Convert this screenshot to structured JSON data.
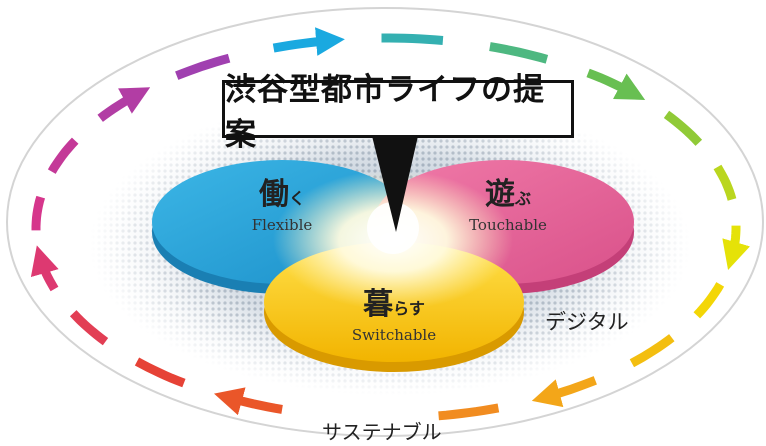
{
  "title": "渋谷型都市ライフの提案",
  "circles": [
    {
      "kanji": "働",
      "kana": "く",
      "english": "Flexible",
      "color": "#2fa8dc"
    },
    {
      "kanji": "遊",
      "kana": "ぶ",
      "english": "Touchable",
      "color": "#e8679a"
    },
    {
      "kanji": "暮",
      "kana": "らす",
      "english": "Switchable",
      "color": "#f2c21a"
    }
  ],
  "outer_labels": {
    "digital": "デジタル",
    "sustainable": "サステナブル"
  },
  "colors": {
    "outline": "#111111",
    "arrow_gradient": [
      "#1aa9e0",
      "#6cc04a",
      "#f3e600",
      "#f39a1e",
      "#e8442c",
      "#d9358a",
      "#a040b0"
    ]
  }
}
